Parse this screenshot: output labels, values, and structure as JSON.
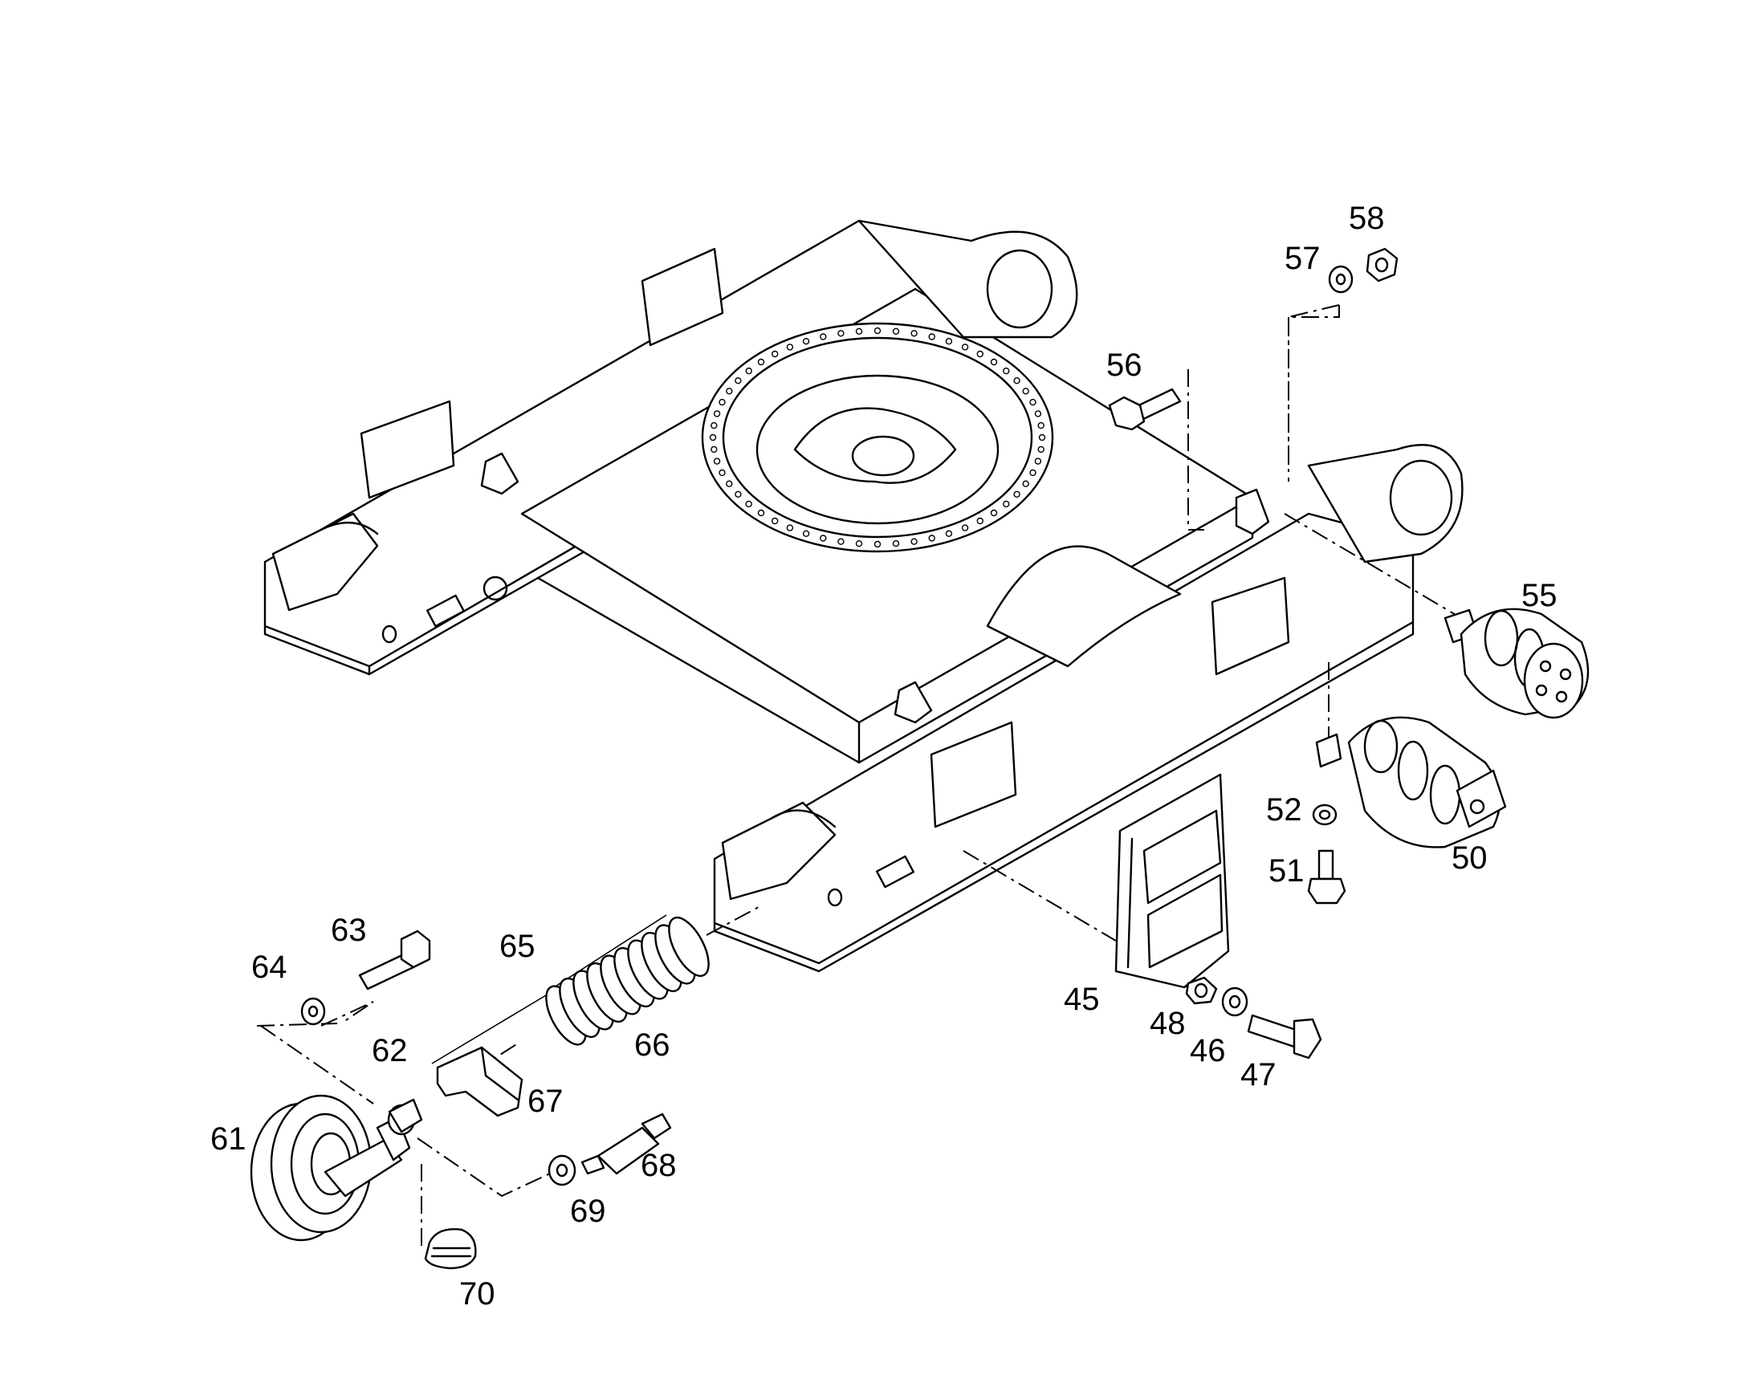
{
  "labels": {
    "p45": "45",
    "p46": "46",
    "p47": "47",
    "p48": "48",
    "p50": "50",
    "p51": "51",
    "p52": "52",
    "p55": "55",
    "p56": "56",
    "p57": "57",
    "p58": "58",
    "p61": "61",
    "p62": "62",
    "p63": "63",
    "p64": "64",
    "p65": "65",
    "p66": "66",
    "p67": "67",
    "p68": "68",
    "p69": "69",
    "p70": "70"
  }
}
